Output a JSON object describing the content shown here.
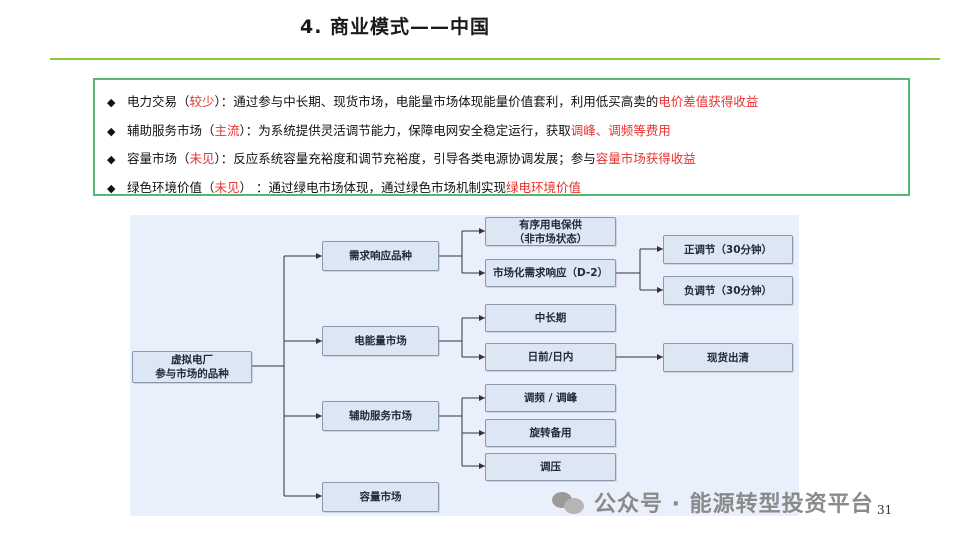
{
  "title": "4. 商业模式——中国",
  "bullets": [
    [
      {
        "t": "电力交易（"
      },
      {
        "t": "较少",
        "red": true
      },
      {
        "t": "）：通过参与中长期、现货市场，电能量市场体现能量价值套利，利用低买高卖的"
      },
      {
        "t": "电价差值获得收益",
        "red": true
      }
    ],
    [
      {
        "t": "辅助服务市场（"
      },
      {
        "t": "主流",
        "red": true
      },
      {
        "t": "）：为系统提供灵活调节能力，保障电网安全稳定运行，获取"
      },
      {
        "t": "调峰、调频等费用",
        "red": true
      }
    ],
    [
      {
        "t": "容量市场（"
      },
      {
        "t": "未见",
        "red": true
      },
      {
        "t": "）：反应系统容量充裕度和调节充裕度，引导各类电源协调发展；参与"
      },
      {
        "t": "容量市场获得收益",
        "red": true
      }
    ],
    [
      {
        "t": "绿色环境价值（"
      },
      {
        "t": "未见",
        "red": true
      },
      {
        "t": "） ：通过绿电市场体现，通过绿色市场机制实现"
      },
      {
        "t": "绿电环境价值",
        "red": true
      }
    ]
  ],
  "diagram": {
    "root": [
      "虚拟电厂",
      "参与市场的品种"
    ],
    "demand": "需求响应品种",
    "orderly": [
      "有序用电保供",
      "（非市场状态）"
    ],
    "market_demand": "市场化需求响应（D-2）",
    "up": "正调节（30分钟）",
    "down": "负调节（30分钟）",
    "energy": "电能量市场",
    "mid_long": "中长期",
    "day_ahead": "日前/日内",
    "spot": "现货出清",
    "ancillary": "辅助服务市场",
    "freq_peak": "调频 / 调峰",
    "spinning": "旋转备用",
    "voltage": "调压",
    "capacity": "容量市场"
  },
  "page_number": "31",
  "watermark": "公众号 · 能源转型投资平台"
}
